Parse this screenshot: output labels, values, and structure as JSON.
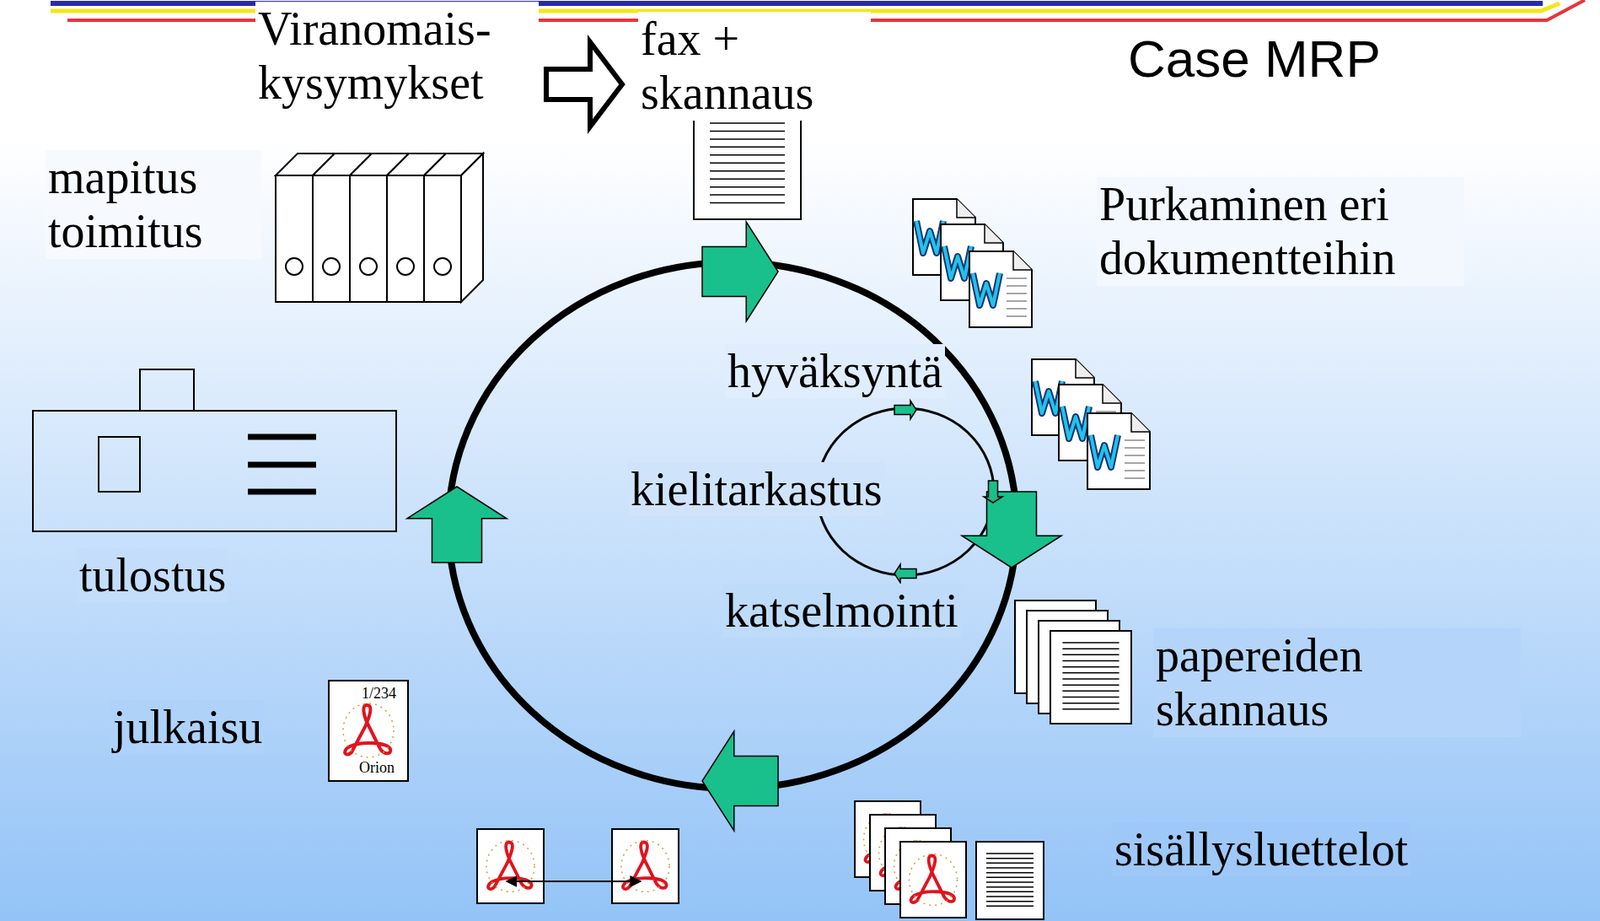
{
  "diagram": {
    "title": "Case MRP",
    "labels": [
      "Viranomais- kysymykset",
      "fax + skannaus",
      "mapitus toimitus",
      "Purkaminen eri dokumentteihin",
      "hyväksyntä",
      "kielitarkastus",
      "katselmointi",
      "tulostus",
      "papereiden skannaus",
      "julkaisu",
      "1/234",
      "Orion",
      "sisällysluettelot"
    ]
  }
}
